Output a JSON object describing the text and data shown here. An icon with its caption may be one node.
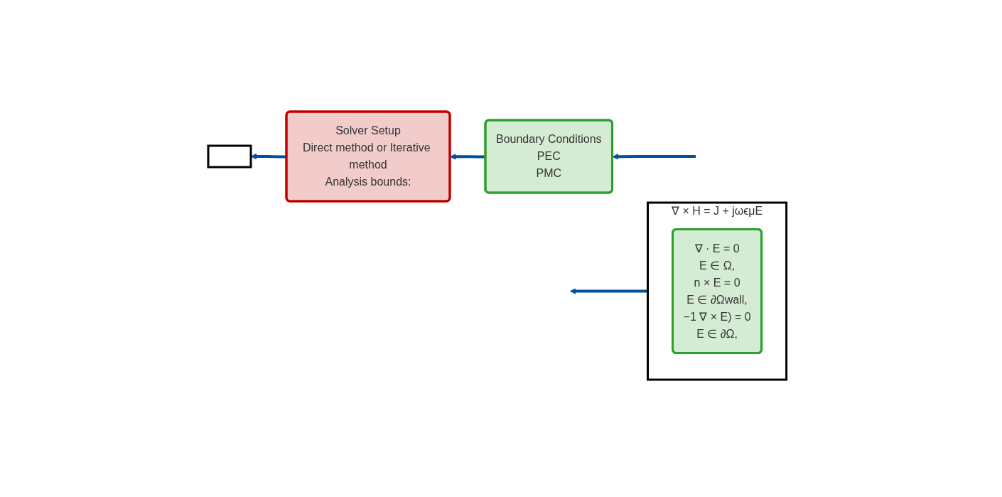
{
  "diagram": {
    "nodes": [
      {
        "text": [
          "∇ × H = J + jωϵμE"
        ]
      },
      {
        "text": [
          "∇ · E = 0",
          "E ∈ Ω,",
          "n × E = 0",
          "E ∈ ∂Ωwall,",
          "−1 ∇ × E) = 0",
          "E ∈ ∂Ω,"
        ],
        "in": 0
      },
      {
        "text": [],
        "shape": "box"
      },
      {
        "text": [
          "Solver Setup",
          "Direct method or Iterative method",
          "Analysis bounds:"
        ]
      },
      {
        "text": [
          "Boundary Conditions",
          "PEC",
          "PMC"
        ]
      }
    ],
    "edges": [
      {
        "from": 0,
        "to": null,
        "arrow": "to"
      },
      {
        "from": 3,
        "to": 2,
        "arrow": "to"
      },
      {
        "from": 4,
        "to": 3,
        "arrow": "to"
      },
      {
        "from": null,
        "to": 4,
        "arrow": "to"
      }
    ]
  }
}
